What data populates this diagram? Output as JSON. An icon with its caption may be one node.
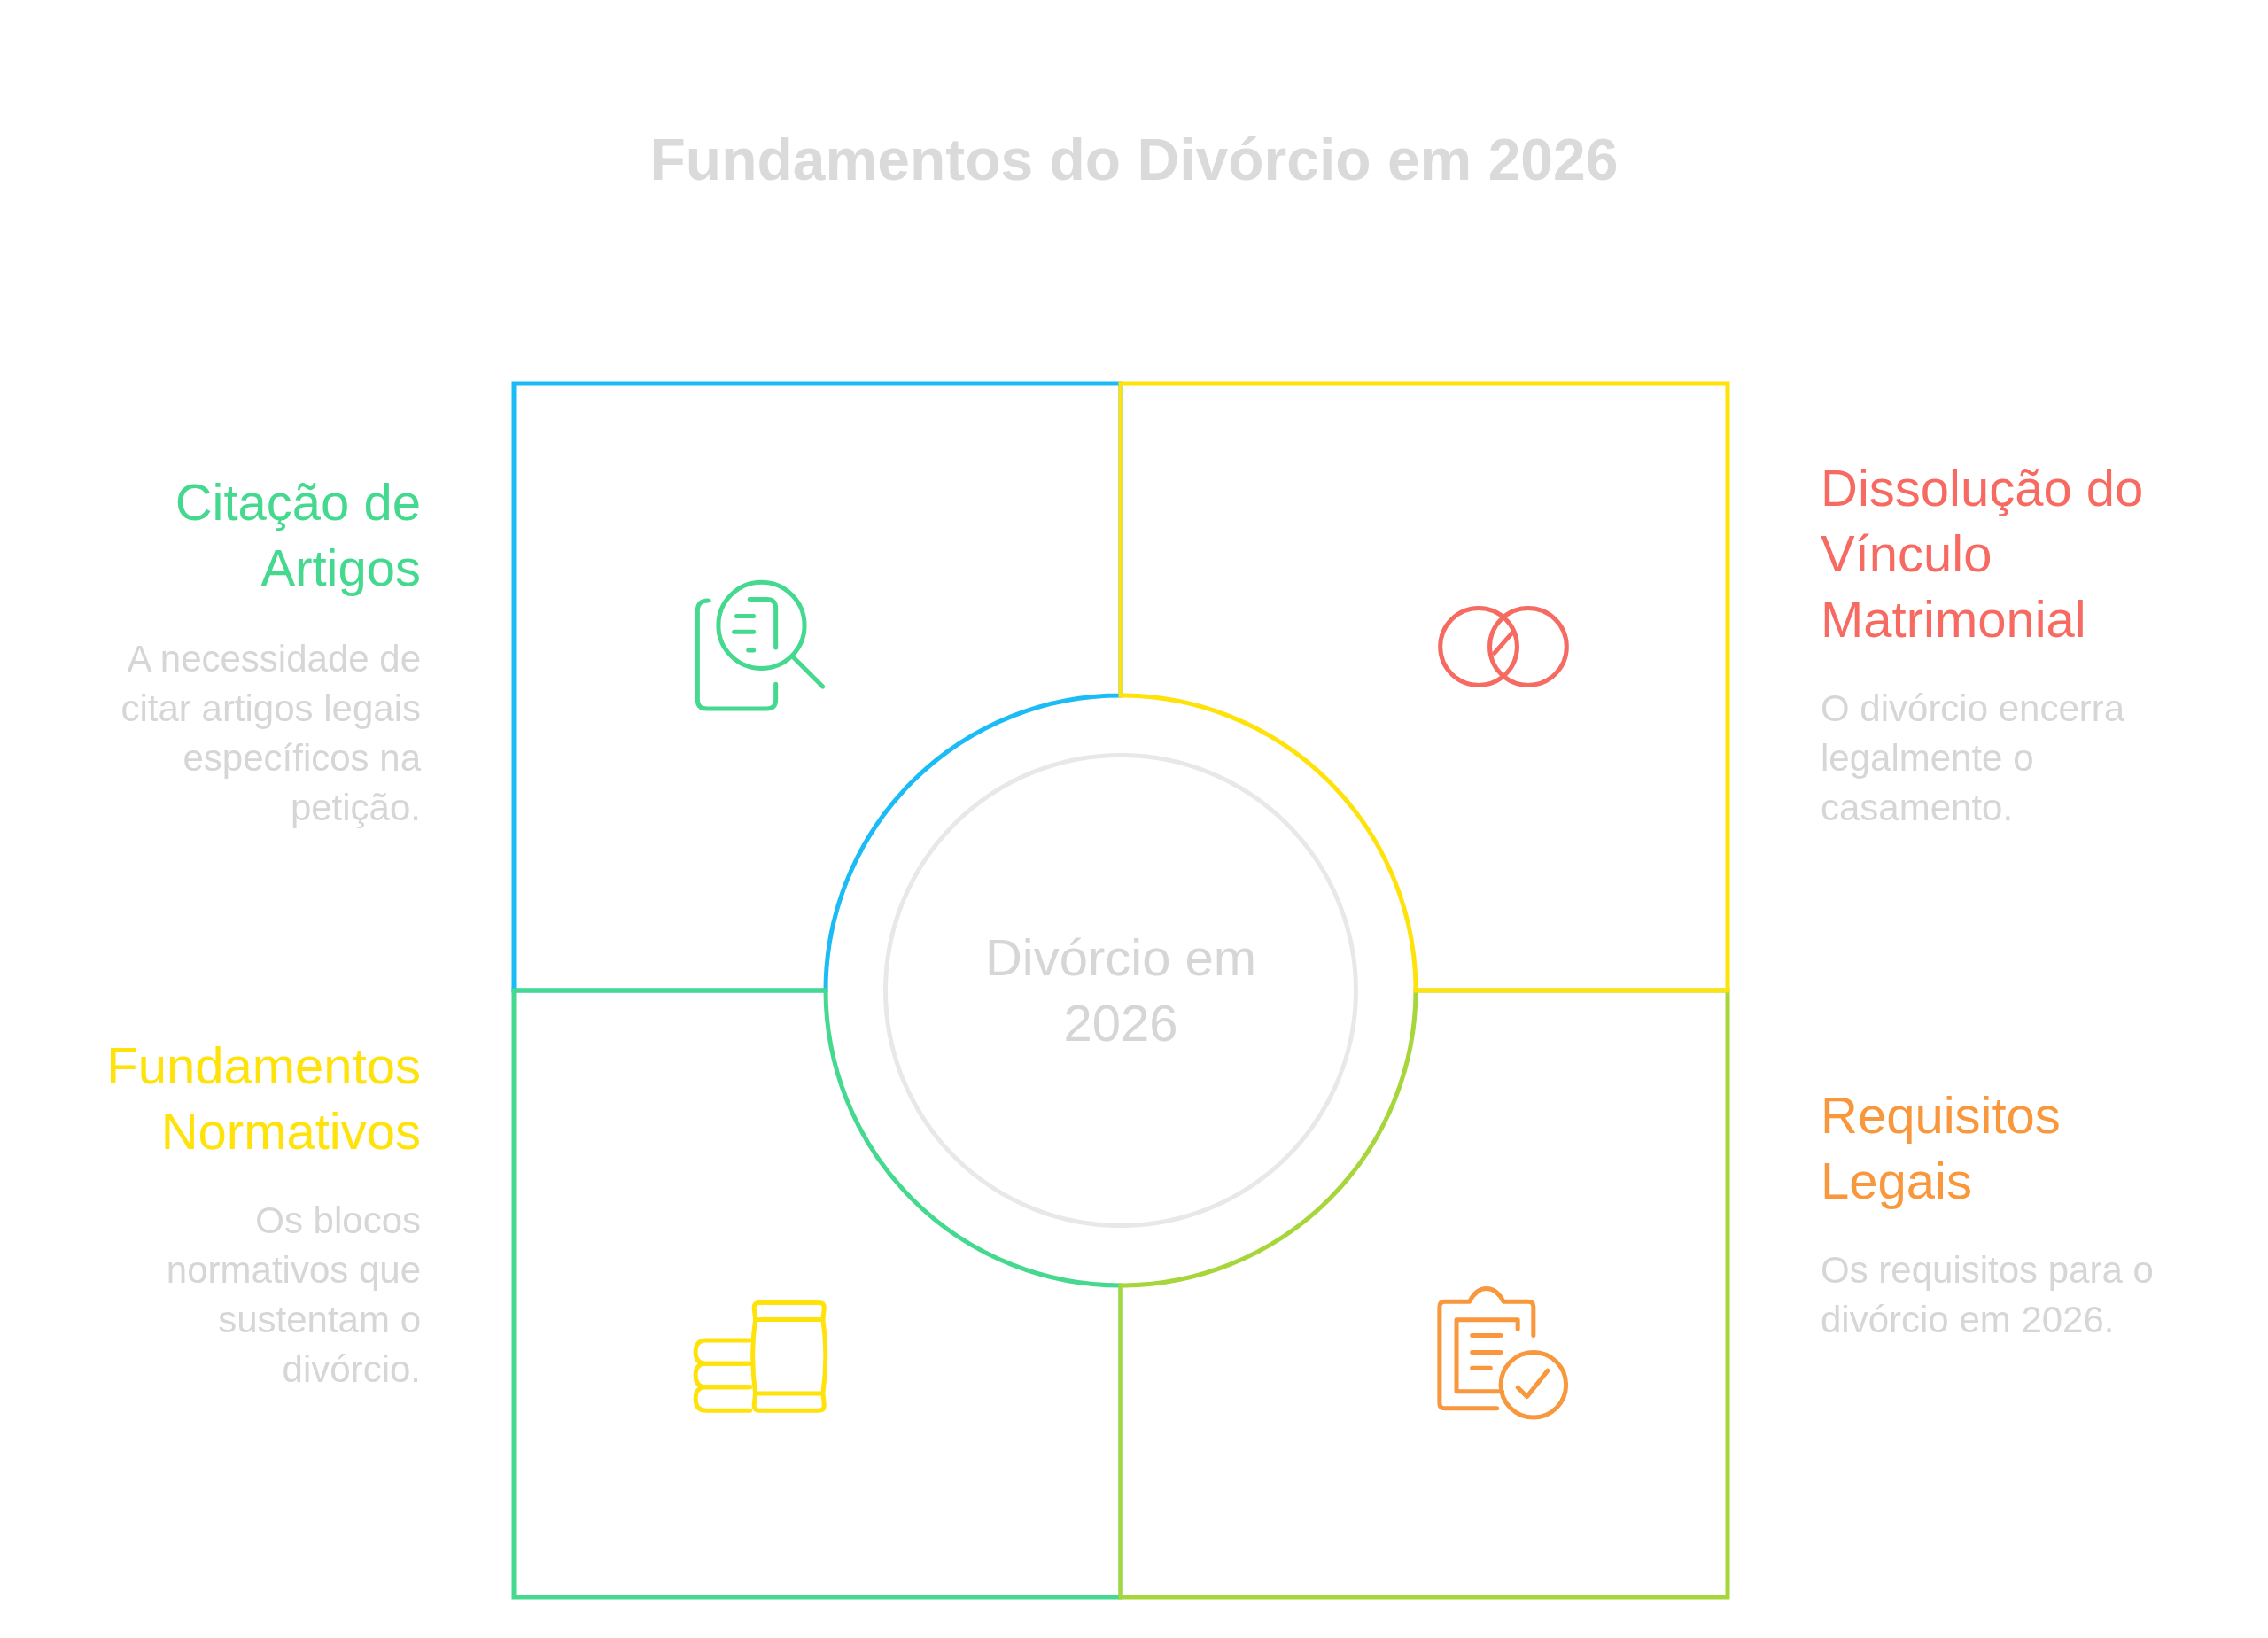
{
  "diagram": {
    "title": "Fundamentos do Divórcio em 2026",
    "nodes": [
      {
        "text": [
          "Citação de Artigos",
          "A necessidade de citar artigos legais específicos na petição."
        ]
      },
      {
        "text": [
          "Dissolução do Vínculo Matrimonial",
          "O divórcio encerra legalmente o casamento."
        ]
      },
      {
        "text": [
          "Divórcio em 2026"
        ]
      },
      {
        "text": [
          "Fundamentos Normativos",
          "Os blocos normativos que sustentam o divórcio."
        ]
      },
      {
        "text": [
          "Requisitos Legais",
          "Os requisitos para o divórcio em 2026."
        ]
      }
    ]
  }
}
